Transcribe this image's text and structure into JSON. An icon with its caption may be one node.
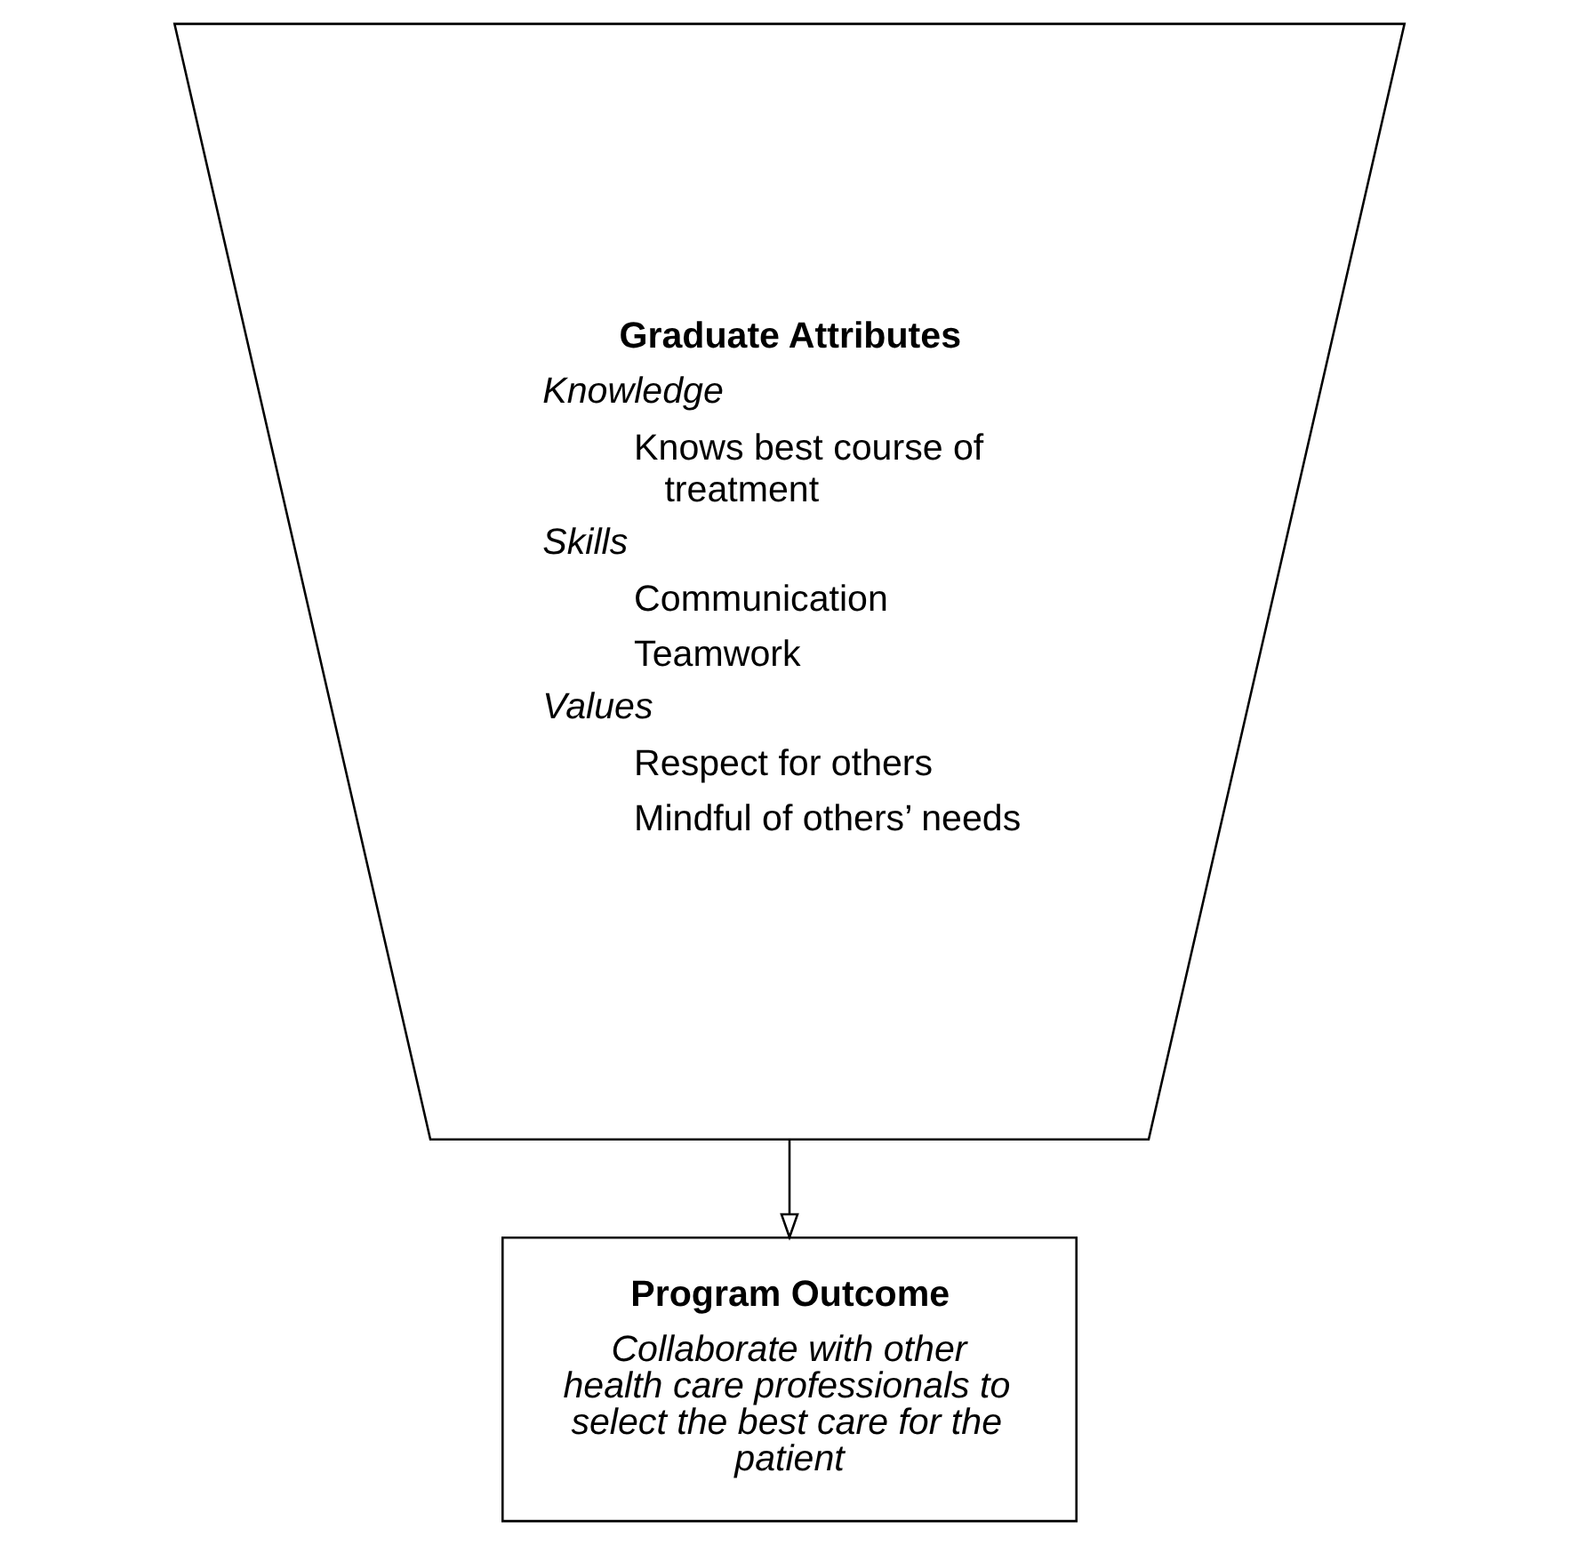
{
  "diagram": {
    "nodes": [
      {
        "text": [
          "Graduate Attributes",
          "Knowledge",
          "Knows best course of treatment",
          "Skills",
          "Communication",
          "Teamwork",
          "Values",
          "Respect for others",
          "Mindful of others’ needs"
        ]
      },
      {
        "text": [
          "Program Outcome",
          "Collaborate with other health care professionals to select the best care for the patient"
        ]
      }
    ],
    "edges": [
      {
        "from": 0,
        "to": 1,
        "arrow": "to"
      }
    ]
  }
}
